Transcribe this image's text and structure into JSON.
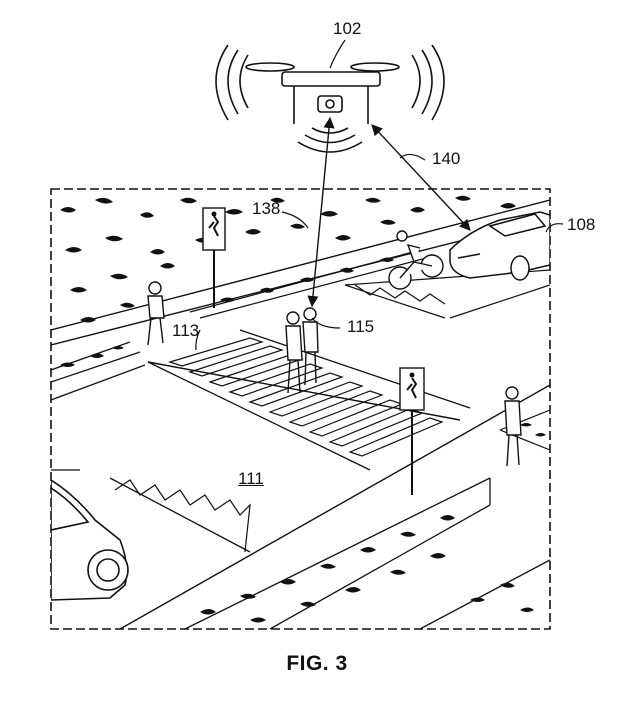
{
  "figure": {
    "caption": "FIG. 3",
    "labels": {
      "drone": "102",
      "vehicle": "108",
      "road": "111",
      "crosswalk": "113",
      "pedestrians": "115",
      "signal_link": "138",
      "vehicle_link": "140"
    }
  }
}
